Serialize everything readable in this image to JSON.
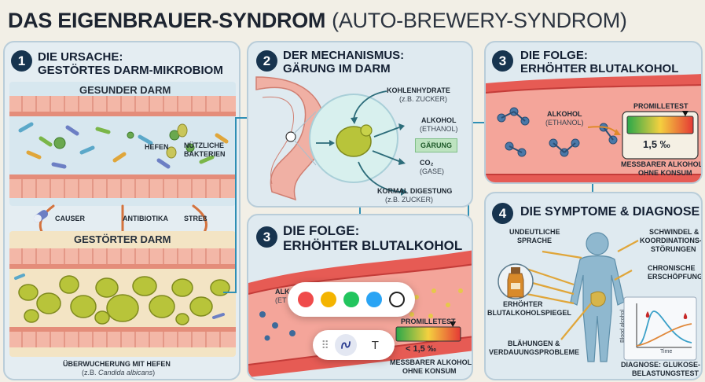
{
  "title": {
    "main": "DAS EIGENBRAUER-SYNDROM",
    "sub": "(AUTO-BREWERY-SYNDROM)"
  },
  "panel1": {
    "number": "1",
    "title_line1": "DIE URSACHE:",
    "title_line2": "GESTÖRTES DARM-MIKROBIOM",
    "healthy_title": "GESUNDER DARM",
    "yeast_label": "HEFEN",
    "bacteria_label_1": "NÜTZLICHE",
    "bacteria_label_2": "BAKTERIEN",
    "cause_1": "CAUSER",
    "cause_2": "ANTIBIOTIKA",
    "cause_3": "STREß",
    "disturbed_title": "GESTÖRTER DARM",
    "overgrowth_label": "ÜBERWUCHERUNG MIT HEFEN",
    "example_prefix": "(z.B. ",
    "example_species": "Candida albicans",
    "example_suffix": ")"
  },
  "panel2": {
    "number": "2",
    "title_line1": "DER MECHANISMUS:",
    "title_line2": "GÄRUNG IM DARM",
    "carb_label": "KOHLENHYDRATE",
    "carb_example": "(z.B. ZUCKER)",
    "alcohol_label": "ALKOHOL",
    "alcohol_sub": "(ETHANOL)",
    "fermentation_label": "GÄRUNG",
    "co2_label": "CO₂",
    "co2_sub": "(GASE)",
    "digest_label": "KORMAL DIGESTUNG",
    "digest_example": "(z.B. ZUCKER)"
  },
  "panel3a": {
    "number": "3",
    "title_line1": "DIE FOLGE:",
    "title_line2": "ERHÖHTER BLUTALKOHOL",
    "alcohol_label": "ALKOHOL",
    "alcohol_sub": "(ETHANOL)",
    "test_label": "PROMILLETEST",
    "reading": "1,5 ‰",
    "caption_1": "MESSBARER ALKOHOL",
    "caption_2": "OHNE KONSUM",
    "meter_level": 0.88
  },
  "panel3b": {
    "number": "3",
    "title_line1": "DIE FOLGE:",
    "title_line2": "ERHÖHTER BLUTALKOHOL",
    "alcohol_label": "ALK",
    "alcohol_sub": "(ET",
    "test_label": "PROMILLETEST",
    "reading": "< 1,5 ‰",
    "caption_1": "MESSBARER ALKOHOL",
    "caption_2": "OHNE KONSUM",
    "meter_level": 0.88
  },
  "panel4": {
    "number": "4",
    "title": "DIE SYMPTOME & DIAGNOSE",
    "speech_1": "UNDEUTLICHE",
    "speech_2": "SPRACHE",
    "dizzy_1": "SCHWINDEL &",
    "dizzy_2": "KOORDINATIONS-",
    "dizzy_3": "STÖRUNGEN",
    "fatigue_1": "CHRONISCHE",
    "fatigue_2": "ERSCHÖPFUNG",
    "level_1": "ERHÖHTER",
    "level_2": "BLUTALKOHOLSPIEGEL",
    "bloat_1": "BLÄHUNGEN &",
    "bloat_2": "VERDAUUNGSPROBLEME",
    "graph_ylabel": "Blood alcohol",
    "graph_xlabel": "Time",
    "diag_1": "DIAGNOSE: GLUKOSE-",
    "diag_2": "BELASTUNGSTEST"
  },
  "toolbar": {
    "colors": [
      "#ef4b4b",
      "#f4b400",
      "#22c55e",
      "#2aa4f4",
      "#ffffff"
    ],
    "text_tool": "T"
  }
}
